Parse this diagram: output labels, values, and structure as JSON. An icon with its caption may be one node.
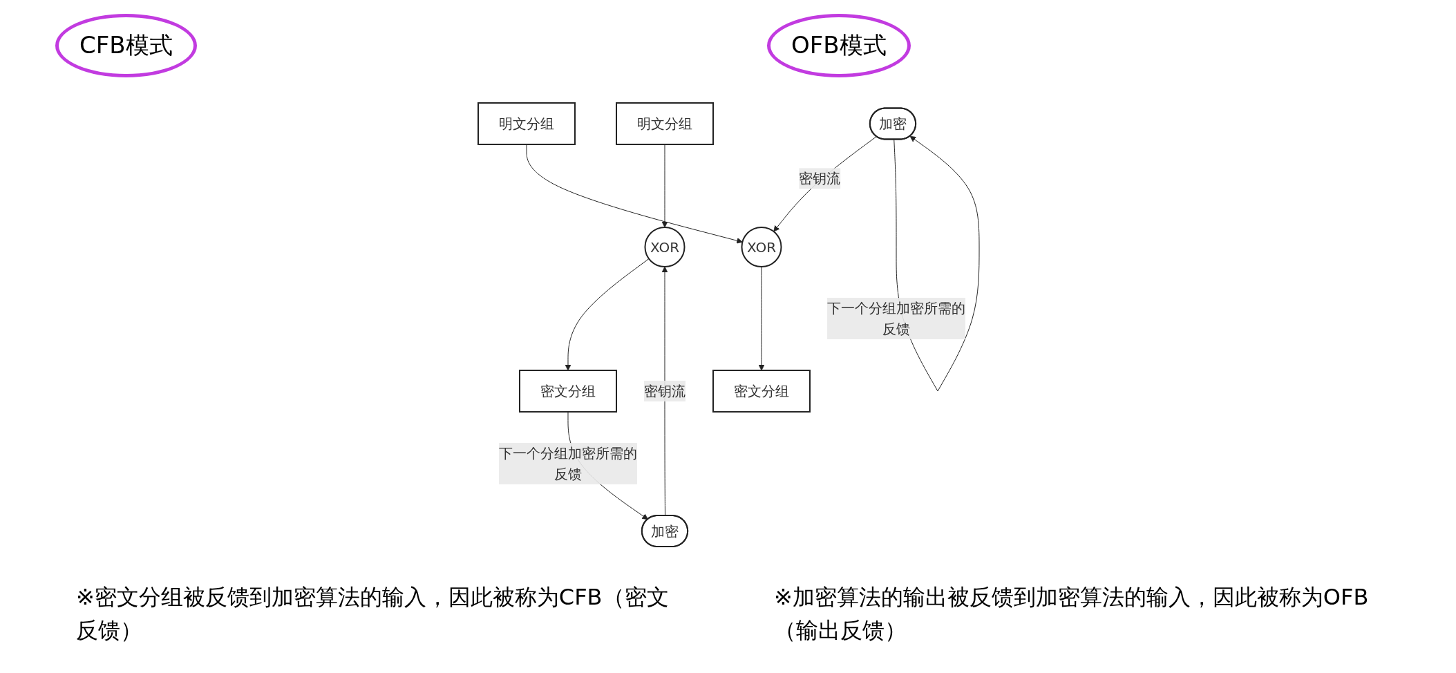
{
  "diagram": {
    "nodes": [
      {
        "text": [
          "明文分组"
        ]
      },
      {
        "text": [
          "加密"
        ]
      },
      {
        "text": [
          "XOR"
        ]
      },
      {
        "text": [
          "密文分组"
        ]
      },
      {
        "text": [
          "明文分组"
        ]
      },
      {
        "text": [
          "加密"
        ]
      },
      {
        "text": [
          "XOR"
        ]
      },
      {
        "text": [
          "密文分组"
        ]
      }
    ],
    "edges": [
      {
        "from": 0,
        "to": 2,
        "arrow": "to"
      },
      {
        "from": 1,
        "to": 2,
        "arrow": "to",
        "label": "密钥流"
      },
      {
        "from": 2,
        "to": 3,
        "arrow": "to"
      },
      {
        "from": 3,
        "to": 1,
        "arrow": "to",
        "label": "下一个分组加密所需的反馈"
      },
      {
        "from": 4,
        "to": 6,
        "arrow": "to"
      },
      {
        "from": 5,
        "to": 6,
        "arrow": "to",
        "label": "密钥流"
      },
      {
        "from": 6,
        "to": 7,
        "arrow": "to"
      },
      {
        "from": 5,
        "to": 5,
        "arrow": "to",
        "label": "下一个分组加密所需的反馈"
      }
    ],
    "labels": [
      "CFB模式",
      "OFB模式",
      "※密文分组被反馈到加密算法的输入，因此被称为CFB（密文反馈）",
      "※加密算法的输出被反馈到加密算法的输入，因此被称为OFB（输出反馈）"
    ]
  }
}
